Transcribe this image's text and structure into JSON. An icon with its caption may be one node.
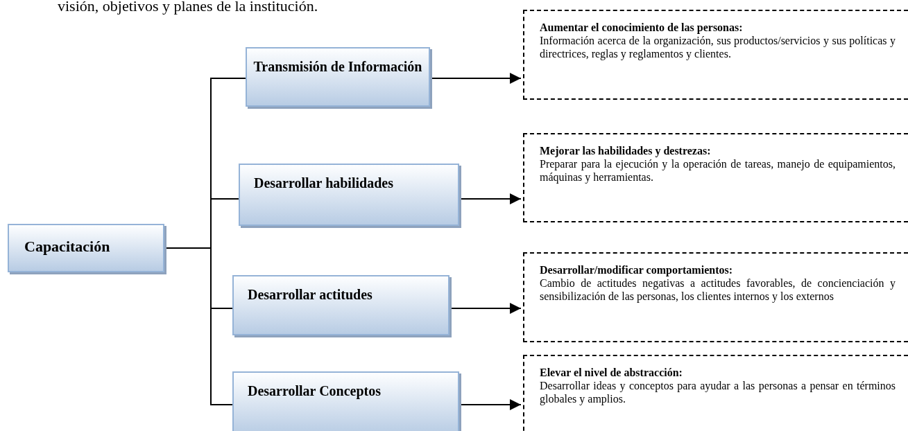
{
  "diagram": {
    "nodes": [
      {
        "text": [
          "Capacitación"
        ]
      },
      {
        "text": [
          "Transmisión de Información"
        ]
      },
      {
        "text": [
          "Desarrollar habilidades"
        ]
      },
      {
        "text": [
          "Desarrollar actitudes"
        ]
      },
      {
        "text": [
          "Desarrollar Conceptos"
        ]
      },
      {
        "text": [
          "Aumentar el conocimiento de las personas:",
          "Información acerca de la organización, sus productos/servicios y sus políticas y directrices, reglas y reglamentos y clientes."
        ]
      },
      {
        "text": [
          "Mejorar las habilidades y destrezas:",
          "Preparar para la ejecución y la operación de tareas, manejo de equipamientos, máquinas y herramientas."
        ]
      },
      {
        "text": [
          "Desarrollar/modificar comportamientos:",
          "Cambio de actitudes negativas a actitudes favorables, de concienciación y sensibilización de las personas, los clientes internos y los externos"
        ]
      },
      {
        "text": [
          "Elevar el nivel de abstracción:",
          "Desarrollar ideas y conceptos para ayudar a las personas a pensar en términos globales y amplios."
        ]
      }
    ],
    "edges": [
      {
        "from": 0,
        "to": 1,
        "arrow": "none"
      },
      {
        "from": 0,
        "to": 2,
        "arrow": "none"
      },
      {
        "from": 0,
        "to": 3,
        "arrow": "none"
      },
      {
        "from": 0,
        "to": 4,
        "arrow": "none"
      },
      {
        "from": 1,
        "to": 5,
        "arrow": "to"
      },
      {
        "from": 2,
        "to": 6,
        "arrow": "to"
      },
      {
        "from": 3,
        "to": 7,
        "arrow": "to"
      },
      {
        "from": 4,
        "to": 8,
        "arrow": "to"
      }
    ],
    "labels": [
      "visión, objetivos y planes de la institución."
    ]
  }
}
